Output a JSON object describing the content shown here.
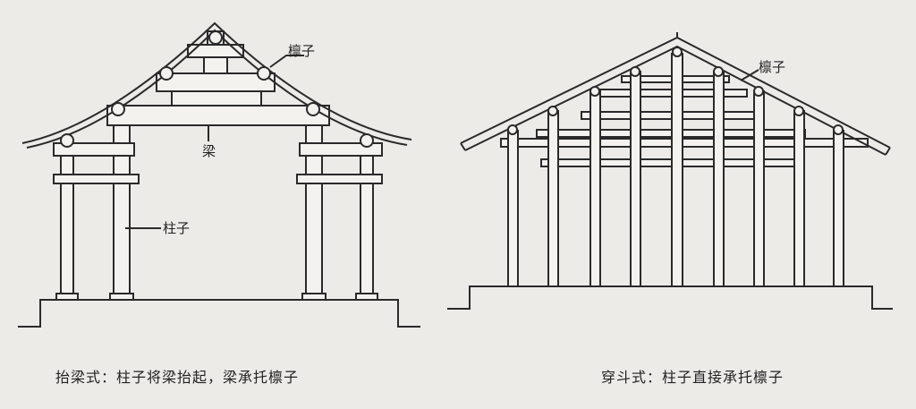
{
  "left_diagram": {
    "labels": {
      "purlin": "檩子",
      "beam": "梁",
      "column": "柱子"
    },
    "caption": "抬梁式：柱子将梁抬起，梁承托檩子"
  },
  "right_diagram": {
    "labels": {
      "purlin": "檩子"
    },
    "caption": "穿斗式：柱子直接承托檩子"
  }
}
